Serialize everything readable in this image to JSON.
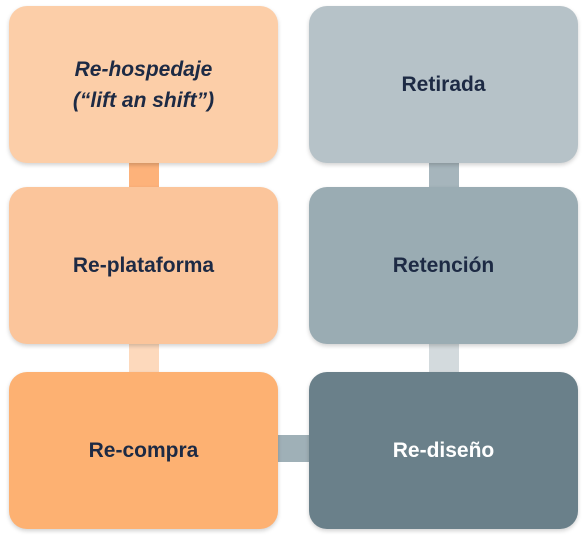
{
  "diagram": {
    "left_column": [
      {
        "id": "rehost",
        "label": "Re-hospedaje\n(“lift an shift”)",
        "color": "#fccea8"
      },
      {
        "id": "replatform",
        "label": "Re-plataforma",
        "color": "#fbc59b"
      },
      {
        "id": "repurchase",
        "label": "Re-compra",
        "color": "#fdb172"
      }
    ],
    "right_column": [
      {
        "id": "retire",
        "label": "Retirada",
        "color": "#b6c2c8"
      },
      {
        "id": "retain",
        "label": "Retención",
        "color": "#9aacb3"
      },
      {
        "id": "redesign",
        "label": "Re-diseño",
        "color": "#6a808a"
      }
    ],
    "text_color": "#1d2a44",
    "text_color_light": "#ffffff"
  }
}
